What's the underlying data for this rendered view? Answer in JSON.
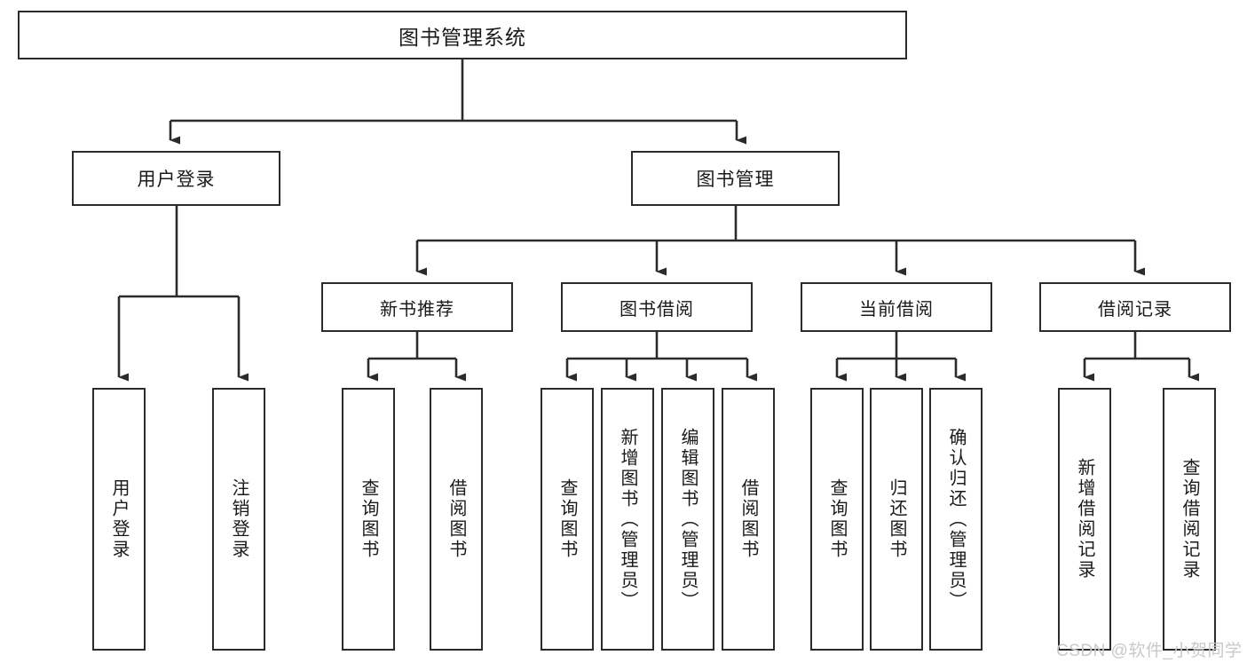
{
  "diagram": {
    "type": "tree",
    "title": "图书管理系统",
    "root": {
      "label": "图书管理系统"
    },
    "level2": [
      {
        "id": "user-login",
        "label": "用户登录"
      },
      {
        "id": "book-management",
        "label": "图书管理"
      }
    ],
    "level3": [
      {
        "id": "new-book-recommend",
        "label": "新书推荐",
        "parent": "book-management"
      },
      {
        "id": "book-borrow",
        "label": "图书借阅",
        "parent": "book-management"
      },
      {
        "id": "current-borrow",
        "label": "当前借阅",
        "parent": "book-management"
      },
      {
        "id": "borrow-record",
        "label": "借阅记录",
        "parent": "book-management"
      }
    ],
    "leaves": [
      {
        "id": "leaf-user-login",
        "label": "用户登录",
        "parent": "user-login"
      },
      {
        "id": "leaf-logout",
        "label": "注销登录",
        "parent": "user-login"
      },
      {
        "id": "leaf-query-book-1",
        "label": "查询图书",
        "parent": "new-book-recommend"
      },
      {
        "id": "leaf-borrow-book-1",
        "label": "借阅图书",
        "parent": "new-book-recommend"
      },
      {
        "id": "leaf-query-book-2",
        "label": "查询图书",
        "parent": "book-borrow"
      },
      {
        "id": "leaf-add-book",
        "label": "新增图书（管理员）",
        "parent": "book-borrow"
      },
      {
        "id": "leaf-edit-book",
        "label": "编辑图书（管理员）",
        "parent": "book-borrow"
      },
      {
        "id": "leaf-borrow-book-2",
        "label": "借阅图书",
        "parent": "book-borrow"
      },
      {
        "id": "leaf-query-book-3",
        "label": "查询图书",
        "parent": "current-borrow"
      },
      {
        "id": "leaf-return-book",
        "label": "归还图书",
        "parent": "current-borrow"
      },
      {
        "id": "leaf-confirm-return",
        "label": "确认归还（管理员）",
        "parent": "current-borrow"
      },
      {
        "id": "leaf-add-record",
        "label": "新增借阅记录",
        "parent": "borrow-record"
      },
      {
        "id": "leaf-query-record",
        "label": "查询借阅记录",
        "parent": "borrow-record"
      }
    ]
  },
  "watermark": {
    "text": "CSDN @软件_小贺同学"
  },
  "colors": {
    "border": "#2b2b2b",
    "background": "#ffffff",
    "text": "#1a1a1a",
    "watermark": "#c9c9c9"
  }
}
